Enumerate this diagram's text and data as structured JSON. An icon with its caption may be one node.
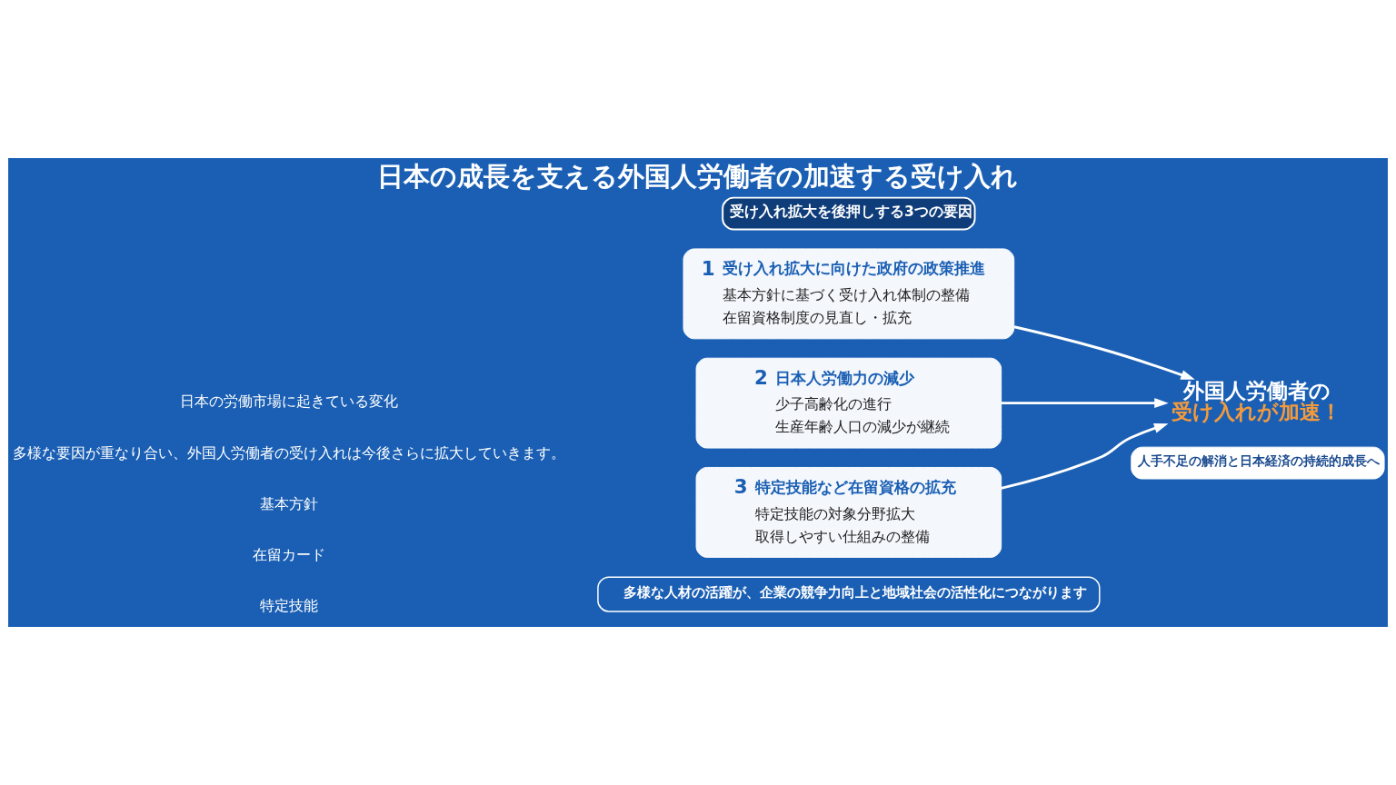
{
  "diagram": {
    "title": "日本の成長を支える外国人労働者の加速する受け入れ",
    "nodes": [
      {
        "text": [
          "受け入れ拡大を後押しする3つの要因"
        ]
      },
      {
        "text": [
          "1",
          "受け入れ拡大に向けた政府の政策推進",
          "基本方針に基づく受け入れ体制の整備",
          "在留資格制度の見直し・拡充"
        ]
      },
      {
        "text": [
          "2",
          "日本人労働力の減少",
          "少子高齢化の進行",
          "生産年齢人口の減少が継続"
        ]
      },
      {
        "text": [
          "3",
          "特定技能など在留資格の拡充",
          "特定技能の対象分野拡大",
          "取得しやすい仕組みの整備"
        ]
      },
      {
        "text": [
          "外国人労働者の",
          "受け入れが加速！"
        ]
      },
      {
        "text": [
          "人手不足の解消と日本経済の持続的成長へ"
        ]
      },
      {
        "text": [
          "多様な人材の活躍が、企業の競争力向上と地域社会の活性化につながります"
        ]
      }
    ],
    "edges": [
      {
        "from": 1,
        "to": 4,
        "arrow": "to"
      },
      {
        "from": 2,
        "to": 4,
        "arrow": "to"
      },
      {
        "from": 3,
        "to": 4,
        "arrow": "to"
      }
    ],
    "labels": [
      "日本の労働市場に起きている変化",
      "多様な要因が重なり合い、外国人労働者の受け入れは今後さらに拡大していきます。",
      "基本方針",
      "在留カード",
      "特定技能"
    ]
  }
}
